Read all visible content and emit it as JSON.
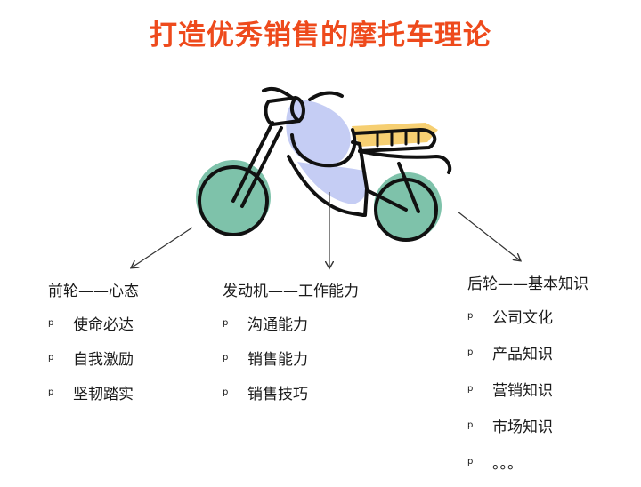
{
  "title": "打造优秀销售的摩托车理论",
  "colors": {
    "title": "#ee4a1c",
    "wheel_fill": "#7ec2aa",
    "body_fill": "#c5cdf4",
    "seat_fill": "#f6cf72",
    "outline": "#111111",
    "arrow": "#333333"
  },
  "groups": [
    {
      "label": "前轮——心态",
      "items": [
        "使命必达",
        "自我激励",
        "坚韧踏实"
      ]
    },
    {
      "label": "发动机——工作能力",
      "items": [
        "沟通能力",
        "销售能力",
        "销售技巧"
      ]
    },
    {
      "label": "后轮——基本知识",
      "items": [
        "公司文化",
        "产品知识",
        "营销知识",
        "市场知识",
        "。。。"
      ]
    }
  ],
  "bullet_glyph": "p",
  "illustration": {
    "icon": "motorcycle-icon"
  }
}
